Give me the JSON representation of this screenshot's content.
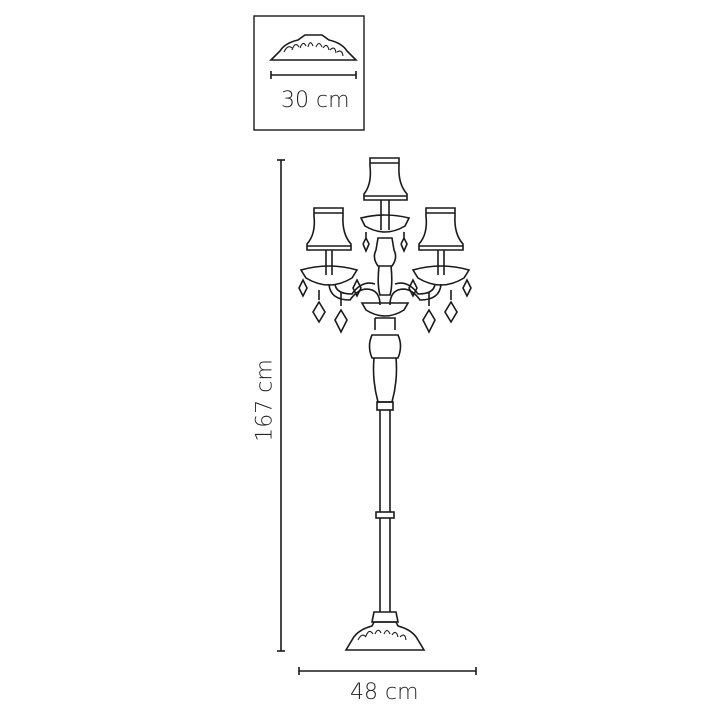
{
  "dimensions": {
    "base_diameter": "30 cm",
    "height": "167 cm",
    "width": "48 cm"
  },
  "colors": {
    "line": "#1a1a1a",
    "background": "#ffffff"
  }
}
